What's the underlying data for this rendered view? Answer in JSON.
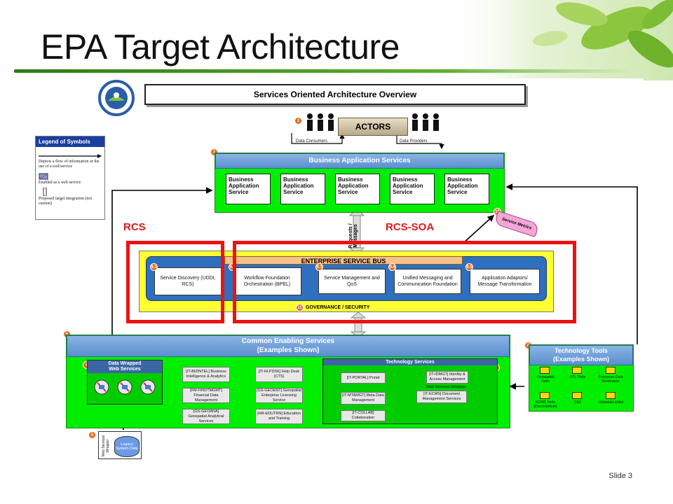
{
  "slide": {
    "title": "EPA Target Architecture",
    "footer": "Slide 3"
  },
  "diagram": {
    "header": "Services Oriented Architecture Overview",
    "actors": {
      "label": "ACTORS",
      "left_caption": "Data Consumers",
      "right_caption": "Data Providers",
      "badge": "2"
    },
    "legend": {
      "title": "Legend of Symbols",
      "items": [
        "Depicts a flow of information or the use of a tool/service",
        "Enabled as a web service",
        "Proposed target integration (not current)"
      ]
    },
    "business_layer": {
      "badge": "1",
      "title": "Business Application Services",
      "services": [
        "Business Application Service",
        "Business Application Service",
        "Business Application Service",
        "Business Application Service",
        "Business Application Service"
      ]
    },
    "rcs_label": "RCS",
    "rcs_soa_label": "RCS-SOA",
    "requests_label": "Requests / Messages",
    "service_metrics": {
      "badge": "10",
      "label": "Service Metrics"
    },
    "esb": {
      "title": "ENTERPRISE SERVICE BUS",
      "governance": "GOVERNANCE / SECURITY",
      "governance_badge": "11",
      "modules": [
        {
          "badge": "9.1",
          "label": "Service Discovery (UDDI, RCS)"
        },
        {
          "badge": "9.2",
          "label": "Workflow Foundation Orchestration (BPEL)"
        },
        {
          "badge": "9.3",
          "label": "Service Management and QoS"
        },
        {
          "badge": "9.4",
          "label": "Unified Messaging and Communication Foundation"
        },
        {
          "badge": "9.5",
          "label": "Application Adaptors/ Message Transformation"
        }
      ]
    },
    "common": {
      "badge": "6",
      "title_line1": "Common Enabling Services",
      "title_line2": "(Examples Shown)",
      "data_wrapped": {
        "badge": "4",
        "title_line1": "Data Wrapped",
        "title_line2": "Web Services"
      },
      "modules_left": [
        "[IT-BIZINTEL] Business Intelligence & Analytics",
        "[FM-FINDTMGMT] Financial Data Management",
        "[GS-GEOANA] Geospatial Analytical Services"
      ],
      "modules_mid": [
        "[IT-HLPDSK] Help Desk (CTS)",
        "[GS-GEOENT] Geospatial Enterprise Licensing Service",
        "[HR-EDUTRN] Education and Training"
      ],
      "tech_services": {
        "title": "Technology Services",
        "badge": "7",
        "items": [
          "[IT-PORTAL] Portal",
          "[IT-MTAMGT] Meta Data Management",
          "[IT-COLLAB] Collaboration",
          "[IT-IDMGT] Identity & Access Management",
          "Web Services Wrapper",
          "[IT-ECMS] Document Management Services"
        ]
      }
    },
    "web_wrapper": {
      "badge": "5",
      "label": "Web Services Wrapper",
      "legacy": "Legacy System Data"
    },
    "tech_tools": {
      "badge": "8",
      "title_line1": "Technology Tools",
      "title_line2": "(Examples Shown)",
      "tools": [
        "Geospatial Tools",
        "ETL Tools",
        "Enterprise Data Warehouse",
        "ECMS Tools (Documentum)",
        "EIW",
        "Metadata Editor"
      ]
    }
  }
}
